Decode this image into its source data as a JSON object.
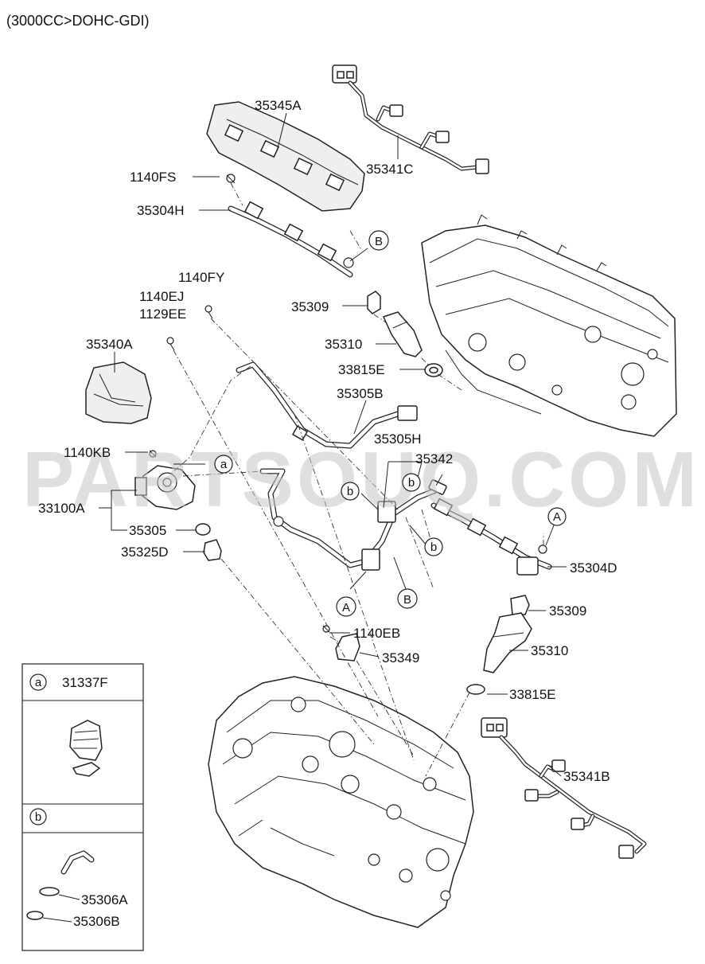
{
  "header": {
    "engine_code": "(3000CC>DOHC-GDI)"
  },
  "watermark": "PARTSOUQ.COM",
  "parts": {
    "p35345A": "35345A",
    "p35341C": "35341C",
    "p1140FS": "1140FS",
    "p35304H": "35304H",
    "p1140FY": "1140FY",
    "p1140EJ": "1140EJ",
    "p1129EE": "1129EE",
    "p35309_top": "35309",
    "p35340A": "35340A",
    "p35310_top": "35310",
    "p33815E_top": "33815E",
    "p35305B": "35305B",
    "p35305H": "35305H",
    "p35342": "35342",
    "p1140KB": "1140KB",
    "p33100A": "33100A",
    "p35305": "35305",
    "p35325D": "35325D",
    "p35304D": "35304D",
    "p35309_bot": "35309",
    "p1140EB": "1140EB",
    "p35349": "35349",
    "p35310_bot": "35310",
    "p33815E_bot": "33815E",
    "p35341B": "35341B"
  },
  "callouts": {
    "a": "a",
    "b": "b",
    "A": "A",
    "B": "B"
  },
  "legend": {
    "row_a": {
      "letter": "a",
      "part": "31337F"
    },
    "row_b": {
      "letter": "b",
      "parts": [
        "35306A",
        "35306B"
      ]
    }
  }
}
